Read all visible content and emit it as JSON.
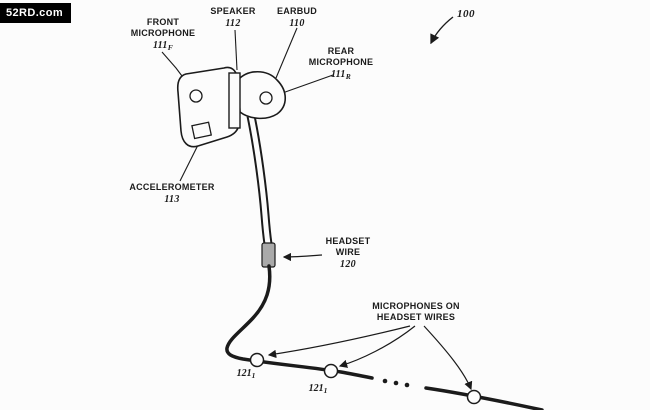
{
  "watermark": "52RD.com",
  "figure": {
    "number": "100"
  },
  "labels": {
    "front_mic": {
      "l1": "FRONT",
      "l2": "MICROPHONE",
      "ref": "111",
      "sub": "F"
    },
    "speaker": {
      "l1": "SPEAKER",
      "ref": "112"
    },
    "earbud": {
      "l1": "EARBUD",
      "ref": "110"
    },
    "rear_mic": {
      "l1": "REAR",
      "l2": "MICROPHONE",
      "ref": "111",
      "sub": "R"
    },
    "accelerometer": {
      "l1": "ACCELEROMETER",
      "ref": "113"
    },
    "headset_wire": {
      "l1": "HEADSET",
      "l2": "WIRE",
      "ref": "120"
    },
    "wire_mics": {
      "l1": "MICROPHONES ON",
      "l2": "HEADSET WIRES"
    },
    "wire_mic_refs": [
      {
        "ref": "121",
        "sub": "1"
      },
      {
        "ref": "121",
        "sub": "1"
      }
    ]
  },
  "colors": {
    "ink": "#1b1b1b",
    "background": "#fcfcfc",
    "badge_bg": "#000000",
    "badge_text": "#ffffff",
    "connector_fill": "#a9a9a9"
  }
}
